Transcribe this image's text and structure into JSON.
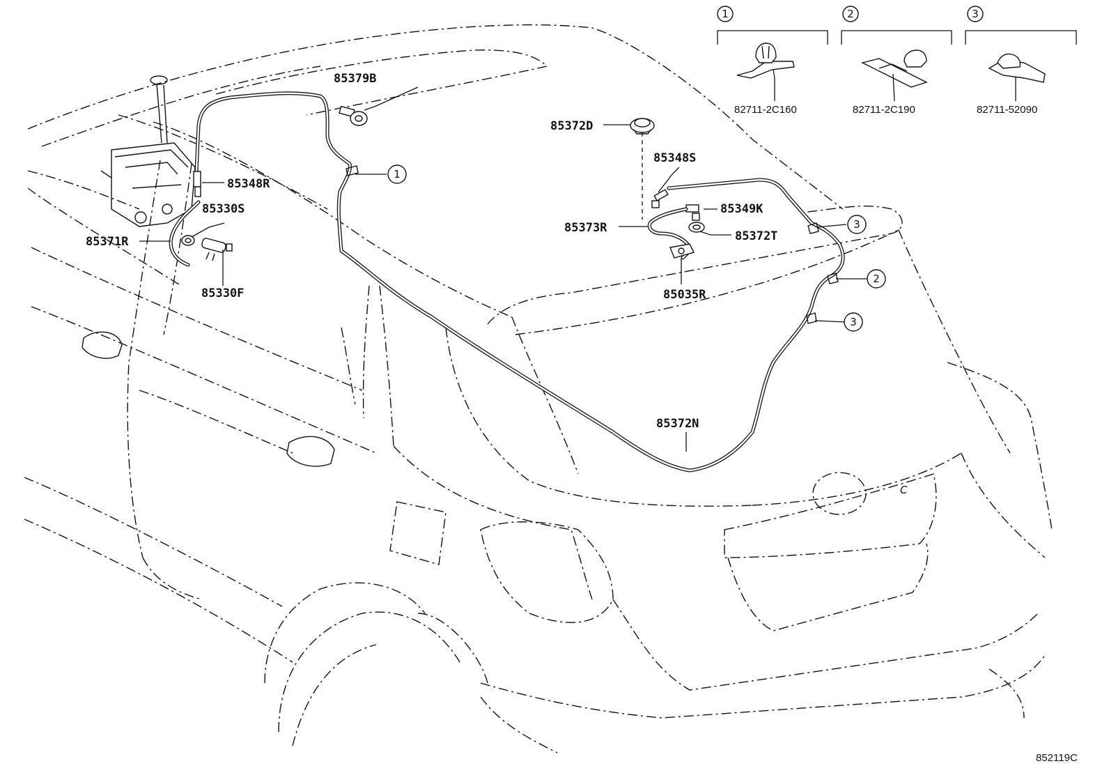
{
  "diagram_id": "852119C",
  "callout_keys": [
    {
      "num": "1",
      "part": "82711-2C160"
    },
    {
      "num": "2",
      "part": "82711-2C190"
    },
    {
      "num": "3",
      "part": "82711-52090"
    }
  ],
  "parts": {
    "p85379B": "85379B",
    "p85348R": "85348R",
    "p85330S": "85330S",
    "p85371R": "85371R",
    "p85330F": "85330F",
    "p85372D": "85372D",
    "p85348S": "85348S",
    "p85349K": "85349K",
    "p85373R": "85373R",
    "p85372T": "85372T",
    "p85035R": "85035R",
    "p85372N": "85372N"
  },
  "clip_callouts": [
    "1",
    "3",
    "2",
    "3"
  ],
  "emblem_letter": "C"
}
